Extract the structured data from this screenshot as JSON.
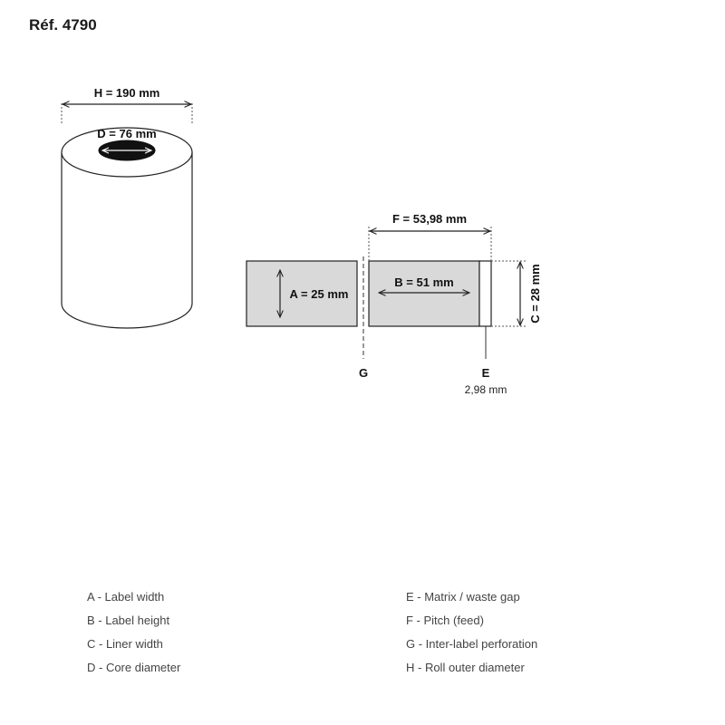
{
  "header": {
    "title": "Réf. 4790"
  },
  "roll": {
    "outer_label": "H = 190 mm",
    "core_label": "D = 76 mm"
  },
  "strip": {
    "pitch_label": "F = 53,98 mm",
    "a_label": "A = 25 mm",
    "b_label": "B = 51 mm",
    "c_label": "C = 28 mm",
    "g_marker": "G",
    "e_marker": "E",
    "e_value": "2,98 mm"
  },
  "colors": {
    "label_fill": "#d9d9d9",
    "stroke": "#222222",
    "core_fill": "#111111"
  },
  "legend": {
    "items": [
      "A - Label width",
      "E - Matrix / waste gap",
      "B - Label height",
      "F - Pitch (feed)",
      "C - Liner width",
      "G - Inter-label perforation",
      "D - Core diameter",
      "H - Roll outer diameter"
    ]
  }
}
